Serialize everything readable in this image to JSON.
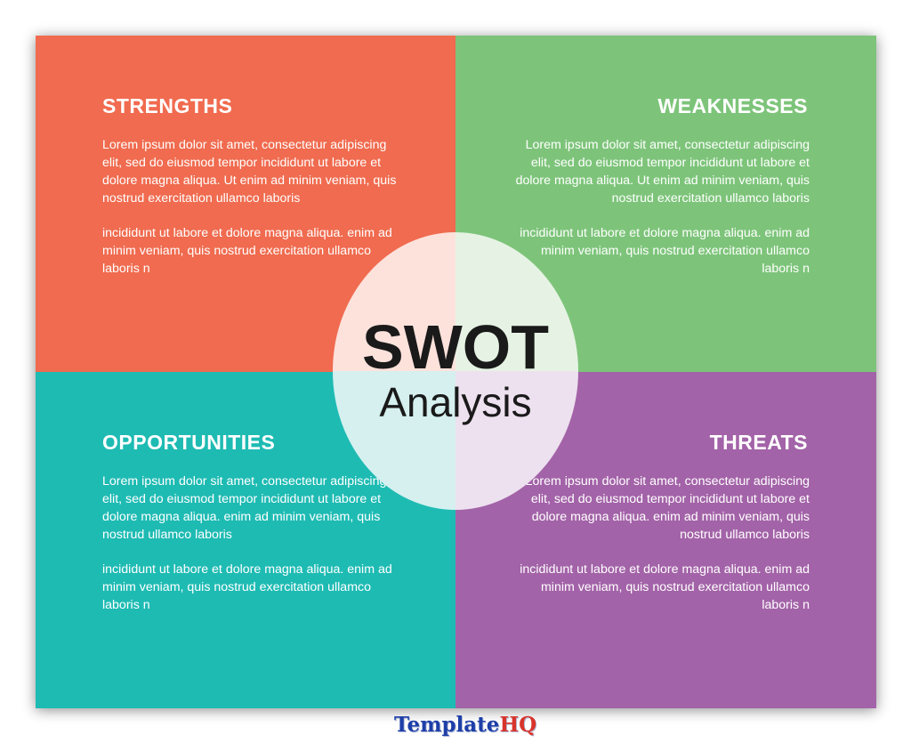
{
  "colors": {
    "strengths": "#F06B4F",
    "weaknesses": "#7DC47A",
    "opportunities": "#1EBBB3",
    "threats": "#A363A8",
    "circle_tl": "#FDE2DC",
    "circle_tr": "#E6F3E4",
    "circle_bl": "#D5F0EF",
    "circle_br": "#EDE1EF"
  },
  "center": {
    "title": "SWOT",
    "subtitle": "Analysis"
  },
  "quadrants": {
    "strengths": {
      "heading": "STRENGTHS",
      "paragraph1": "Lorem ipsum dolor sit amet, consectetur adipiscing elit, sed do eiusmod tempor incididunt ut labore et dolore magna aliqua. Ut enim ad minim veniam, quis nostrud exercitation ullamco laboris",
      "paragraph2": "incididunt ut labore et dolore magna aliqua. enim ad minim veniam, quis nostrud exercitation ullamco laboris n"
    },
    "weaknesses": {
      "heading": "WEAKNESSES",
      "paragraph1": "Lorem ipsum dolor sit amet, consectetur adipiscing elit, sed do eiusmod tempor incididunt ut labore et dolore magna aliqua. Ut enim ad minim veniam, quis nostrud exercitation ullamco laboris",
      "paragraph2": "incididunt ut labore et dolore magna aliqua. enim ad minim veniam, quis nostrud exercitation ullamco laboris n"
    },
    "opportunities": {
      "heading": "OPPORTUNITIES",
      "paragraph1": "Lorem ipsum dolor sit amet, consectetur adipiscing elit, sed do eiusmod tempor incididunt ut labore et dolore magna aliqua. enim ad minim veniam, quis nostrud ullamco laboris",
      "paragraph2": "incididunt ut labore et dolore magna aliqua. enim ad minim veniam, quis nostrud exercitation ullamco laboris n"
    },
    "threats": {
      "heading": "THREATS",
      "paragraph1": "Lorem ipsum dolor sit amet, consectetur adipiscing elit, sed do eiusmod tempor incididunt ut labore et dolore magna aliqua. enim ad minim veniam, quis nostrud ullamco laboris",
      "paragraph2": "incididunt ut labore et dolore magna aliqua. enim ad minim veniam, quis nostrud exercitation ullamco laboris n"
    }
  },
  "logo": {
    "part1": "Template",
    "part2": "HQ"
  }
}
